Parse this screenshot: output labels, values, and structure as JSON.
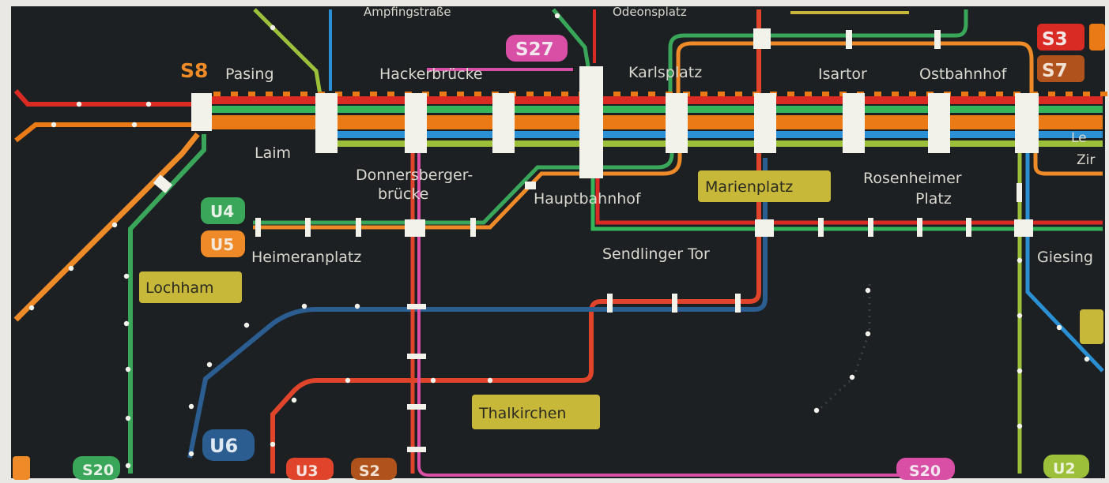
{
  "colors": {
    "background": "#1c2023",
    "frame": "#e9e8e4",
    "s_red": "#d92b24",
    "s_orange": "#ea7a16",
    "s_green": "#35b45a",
    "s_blue": "#2a8fd3",
    "s_yellowgreen": "#9cc03a",
    "s_pink": "#d94fa5",
    "u_orange": "#ee8a28",
    "u_green": "#3aa65a",
    "u_blue": "#2b5d91",
    "u_red": "#e0452b",
    "stop_white": "#f2f1ea",
    "label_gold_bg": "#c8b83a",
    "label_text": "#d9d7ce"
  },
  "line_badges": {
    "s8": "S8",
    "s27": "S27",
    "s3": "S3",
    "s7": "S7",
    "u4": "U4",
    "u5": "U5",
    "u6": "U6",
    "u3": "U3",
    "s2": "S2",
    "s20": "S20",
    "u2": "U2"
  },
  "stations": {
    "pasing": "Pasing",
    "laim": "Laim",
    "hackerbruecke": "Hackerbrücke",
    "donnersbergerbruecke": "Donnersberger-\nbrücke",
    "hauptbahnhof": "Hauptbahnhof",
    "karlsplatz": "Karlsplatz",
    "marienplatz": "Marienplatz",
    "isartor": "Isartor",
    "ostbahnhof": "Ostbahnhof",
    "rosenheimer_platz": "Rosenheimer\nPlatz",
    "heimeranplatz": "Heimeranplatz",
    "sendlinger_tor": "Sendlinger Tor",
    "lochham": "Lochham",
    "thalkirchen": "Thalkirchen",
    "giesing": "Giesing",
    "top_label_1": "Ampfingstraße",
    "top_label_2": "Odeonsplatz",
    "east_cut": "Le",
    "east_cut2": "Zir"
  }
}
